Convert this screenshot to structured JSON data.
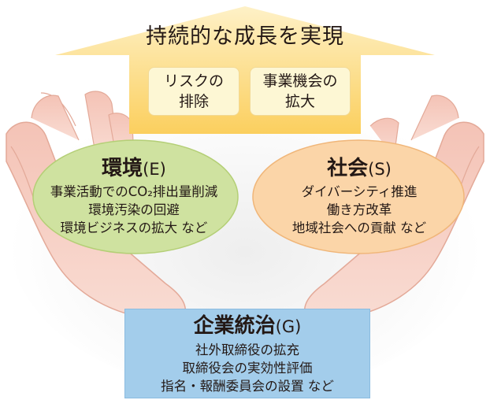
{
  "title": "持続的な成長を実現",
  "outcomes": [
    {
      "lines": [
        "リスクの",
        "排除"
      ]
    },
    {
      "lines": [
        "事業機会の",
        "拡大"
      ]
    }
  ],
  "environment": {
    "heading": "環境",
    "code": "(E)",
    "items": [
      "事業活動でのCO₂排出量削減",
      "環境汚染の回避",
      "環境ビジネスの拡大  など"
    ],
    "color": "#cfe2a0"
  },
  "social": {
    "heading": "社会",
    "code": "(S)",
    "items": [
      "ダイバーシティ推進",
      "働き方改革",
      "地域社会への貢献  など"
    ],
    "color": "#fbd5a8"
  },
  "governance": {
    "heading": "企業統治",
    "code": "(G)",
    "items": [
      "社外取締役の拡充",
      "取締役会の実効性評価",
      "指名・報酬委員会の設置  など"
    ],
    "color": "#a3cdeb"
  },
  "colors": {
    "arrow": "#fbd46e",
    "hands": "#f6d0c6",
    "hands_shadow": "#e8b7a9"
  }
}
